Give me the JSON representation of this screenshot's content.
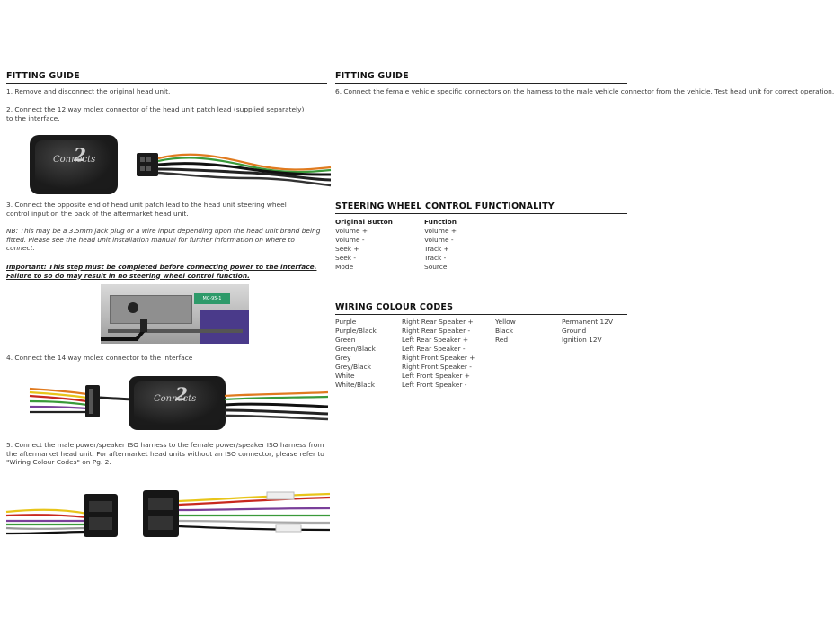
{
  "left": {
    "heading": "FITTING GUIDE",
    "step1": "1. Remove and disconnect the original head unit.",
    "step2": "2. Connect the 12 way molex connector of the head unit patch lead (supplied separately) to the interface.",
    "step3": "3. Connect the opposite end of head unit patch lead to the head unit steering wheel control input on the back of the aftermarket head unit.",
    "note": "NB: This may be a 3.5mm jack plug or a wire input depending upon the head unit brand being fitted. Please see the head unit installation manual for further information on where to connect.",
    "important": "Important: This step must be completed before connecting power to the interface. Failure to so do may result in no steering wheel control function.",
    "step4": "4. Connect the 14 way molex connector to the interface",
    "step5": "5. Connect the male power/speaker ISO harness to the female power/speaker ISO harness from the aftermarket head unit. For aftermarket head units without an ISO connector, please refer to \"Wiring Colour Codes\" on Pg. 2.",
    "logo_text": "Connects",
    "logo_num": "2",
    "stereo_tag": "MC-95-1"
  },
  "right": {
    "heading": "FITTING GUIDE",
    "step6": "6. Connect the female vehicle specific connectors on the harness to the male vehicle connector from the vehicle. Test head unit for correct operation.",
    "swc_heading": "STEERING WHEEL CONTROL FUNCTIONALITY",
    "swc_headers": [
      "Original Button",
      "Function"
    ],
    "swc_rows": [
      [
        "Volume +",
        "Volume +"
      ],
      [
        "Volume -",
        "Volume -"
      ],
      [
        "Seek +",
        "Track +"
      ],
      [
        "Seek -",
        "Track -"
      ],
      [
        "Mode",
        "Source"
      ]
    ],
    "wiring_heading": "WIRING COLOUR CODES",
    "wiring_left": [
      [
        "Purple",
        "Right Rear Speaker +"
      ],
      [
        "Purple/Black",
        "Right Rear Speaker -"
      ],
      [
        "Green",
        "Left Rear Speaker +"
      ],
      [
        "Green/Black",
        "Left Rear Speaker -"
      ],
      [
        "Grey",
        "Right Front Speaker +"
      ],
      [
        "Grey/Black",
        "Right Front Speaker -"
      ],
      [
        "White",
        "Left Front Speaker +"
      ],
      [
        "White/Black",
        "Left Front Speaker -"
      ]
    ],
    "wiring_right": [
      [
        "Yellow",
        "Permanent 12V"
      ],
      [
        "Black",
        "Ground"
      ],
      [
        "Red",
        "Ignition 12V"
      ]
    ]
  },
  "colors": {
    "wire_orange": "#e07a1f",
    "wire_green": "#3a9a3a",
    "wire_yellow": "#e8c51a",
    "wire_red": "#c8281f",
    "wire_purple": "#7a3f9a",
    "module_black": "#1a1a1a"
  }
}
